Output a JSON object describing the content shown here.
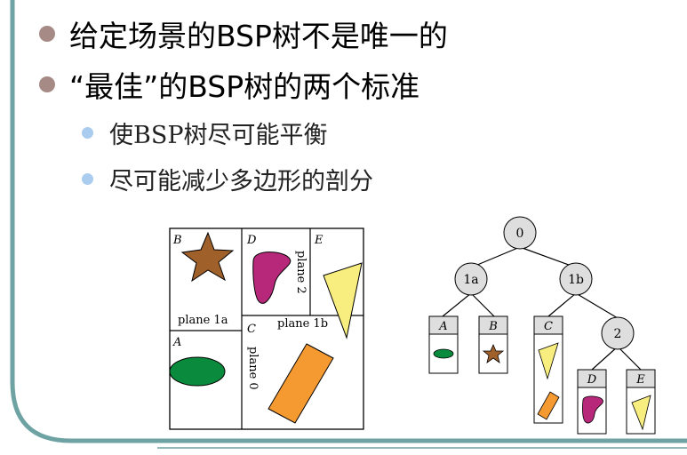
{
  "slide": {
    "accent_color": "#6fa3a3",
    "bullets": [
      {
        "text": "给定场景的BSP树不是唯一的"
      },
      {
        "text": "“最佳”的BSP树的两个标准"
      }
    ],
    "sub_bullets": [
      {
        "text": "使BSP树尽可能平衡"
      },
      {
        "text": "尽可能减少多边形的剖分"
      }
    ]
  },
  "figure": {
    "regions": {
      "a": "A",
      "b": "B",
      "c": "C",
      "d": "D",
      "e": "E"
    },
    "planes": {
      "p0": "plane 0",
      "p1a": "plane 1a",
      "p1b": "plane 1b",
      "p2": "plane 2"
    },
    "tree": {
      "root": "0",
      "n1a": "1a",
      "n1b": "1b",
      "n2": "2",
      "leaves": [
        "A",
        "B",
        "C",
        "D",
        "E"
      ]
    },
    "colors": {
      "star": "#a0602a",
      "ellipse": "#0a8a3c",
      "blob": "#b8287a",
      "triangle": "#f8ee80",
      "rect": "#f59a30",
      "node_fill": "#dedede"
    }
  }
}
